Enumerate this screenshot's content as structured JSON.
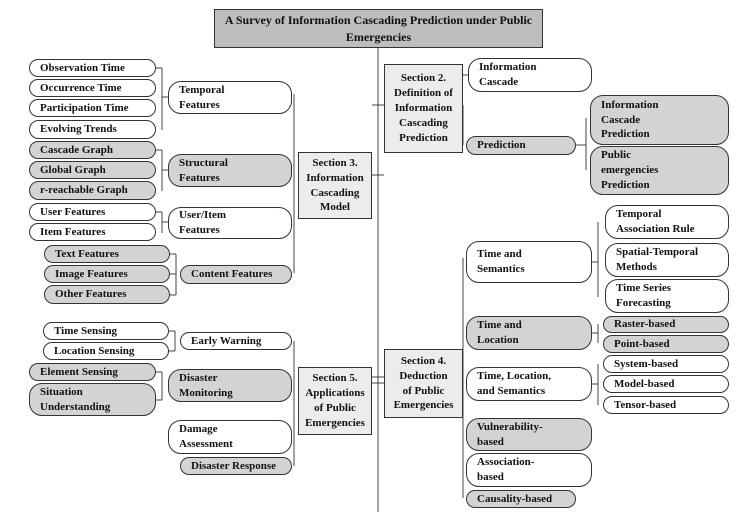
{
  "title": "A Survey of Information Cascading Prediction under Public Emergencies",
  "sections": {
    "s2": "Section 2.\nDefinition of\nInformation\nCascading\nPrediction",
    "s3": "Section 3.\nInformation\nCascading\nModel",
    "s4": "Section 4.\nDeduction\nof Public\nEmergencies",
    "s5": "Section 5.\nApplications\nof Public\nEmergencies"
  },
  "section2": {
    "information_cascade": "Information\nCascade",
    "prediction": "Prediction",
    "information_cascade_prediction": "Information\nCascade\nPrediction",
    "public_emergencies_prediction": "Public\nemergencies\nPrediction"
  },
  "section3": {
    "temporal_features": "Temporal\nFeatures",
    "observation_time": "Observation Time",
    "occurrence_time": "Occurrence Time",
    "participation_time": "Participation Time",
    "evolving_trends": "Evolving Trends",
    "structural_features": "Structural\nFeatures",
    "cascade_graph": "Cascade Graph",
    "global_graph": "Global Graph",
    "r_reachable_graph": "r-reachable Graph",
    "user_item_features": "User/Item\nFeatures",
    "user_features": "User Features",
    "item_features": "Item Features",
    "content_features": "Content Features",
    "text_features": "Text Features",
    "image_features": "Image Features",
    "other_features": "Other Features"
  },
  "section4": {
    "time_and_semantics": "Time and\nSemantics",
    "temporal_association_rule": "Temporal\nAssociation Rule",
    "spatial_temporal_methods": "Spatial-Temporal\nMethods",
    "time_series_forecasting": "Time Series\nForecasting",
    "time_and_location": "Time and\nLocation",
    "raster_based": "Raster-based",
    "point_based": "Point-based",
    "time_location_semantics": "Time, Location,\nand Semantics",
    "system_based": "System-based",
    "model_based": "Model-based",
    "tensor_based": "Tensor-based",
    "vulnerability_based": "Vulnerability-\nbased",
    "association_based": "Association-\nbased",
    "causality_based": "Causality-based"
  },
  "section5": {
    "early_warning": "Early Warning",
    "time_sensing": "Time Sensing",
    "location_sensing": "Location Sensing",
    "disaster_monitoring": "Disaster\nMonitoring",
    "element_sensing": "Element Sensing",
    "situation_understanding": "Situation\nUnderstanding",
    "damage_assessment": "Damage\nAssessment",
    "disaster_response": "Disaster Response"
  },
  "colors": {
    "gray_fill": "#d3d3d3",
    "white_fill": "#ffffff",
    "title_fill": "#bdbdbd",
    "section_fill": "#ececec"
  }
}
